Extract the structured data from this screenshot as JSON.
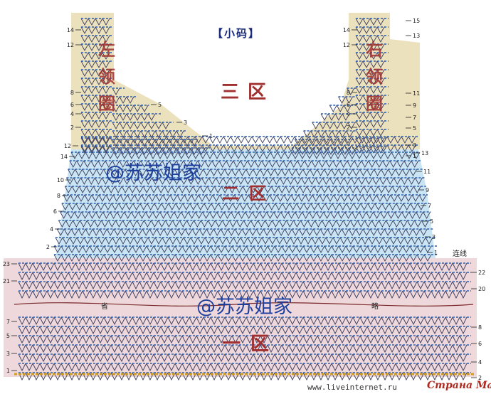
{
  "size_label": "【小码】",
  "zone_labels": {
    "zone3": "三区",
    "zone2": "二区",
    "zone1": "一区",
    "left_collar": "左领圈",
    "right_collar": "右领圈"
  },
  "watermark": "@苏苏姐家",
  "omit_label": {
    "left": "省",
    "right": "略"
  },
  "join_note": "连线",
  "footer_url": "www.liveinternet.ru",
  "logo_text": "Страна Мам",
  "colors": {
    "zone3": "#ece1bd",
    "zone2": "#c9e4f2",
    "zone1": "#eed8dc",
    "stitch_dark": "#3a3a5a",
    "stitch_accent": "#2d5fb0",
    "zone_label": "#a03030"
  },
  "row_numbers": {
    "left_strap": [
      "14",
      "12",
      "8",
      "6",
      "4",
      "2"
    ],
    "left_strap_short": [
      "5",
      "3",
      "1"
    ],
    "right_strap": [
      "15",
      "13",
      "11",
      "9",
      "7",
      "5",
      "3",
      "1"
    ],
    "right_strap_inner": [
      "14",
      "12",
      "8",
      "6",
      "4",
      "2"
    ],
    "left_body": [
      "12",
      "14",
      "10",
      "8",
      "6",
      "4",
      "2"
    ],
    "right_body": [
      "13",
      "11",
      "9",
      "7",
      "5",
      "3",
      "1"
    ],
    "left_bottom": [
      "23",
      "21",
      "7",
      "5",
      "3",
      "1"
    ],
    "right_bottom": [
      "22",
      "20",
      "8",
      "6",
      "4",
      "2"
    ]
  }
}
